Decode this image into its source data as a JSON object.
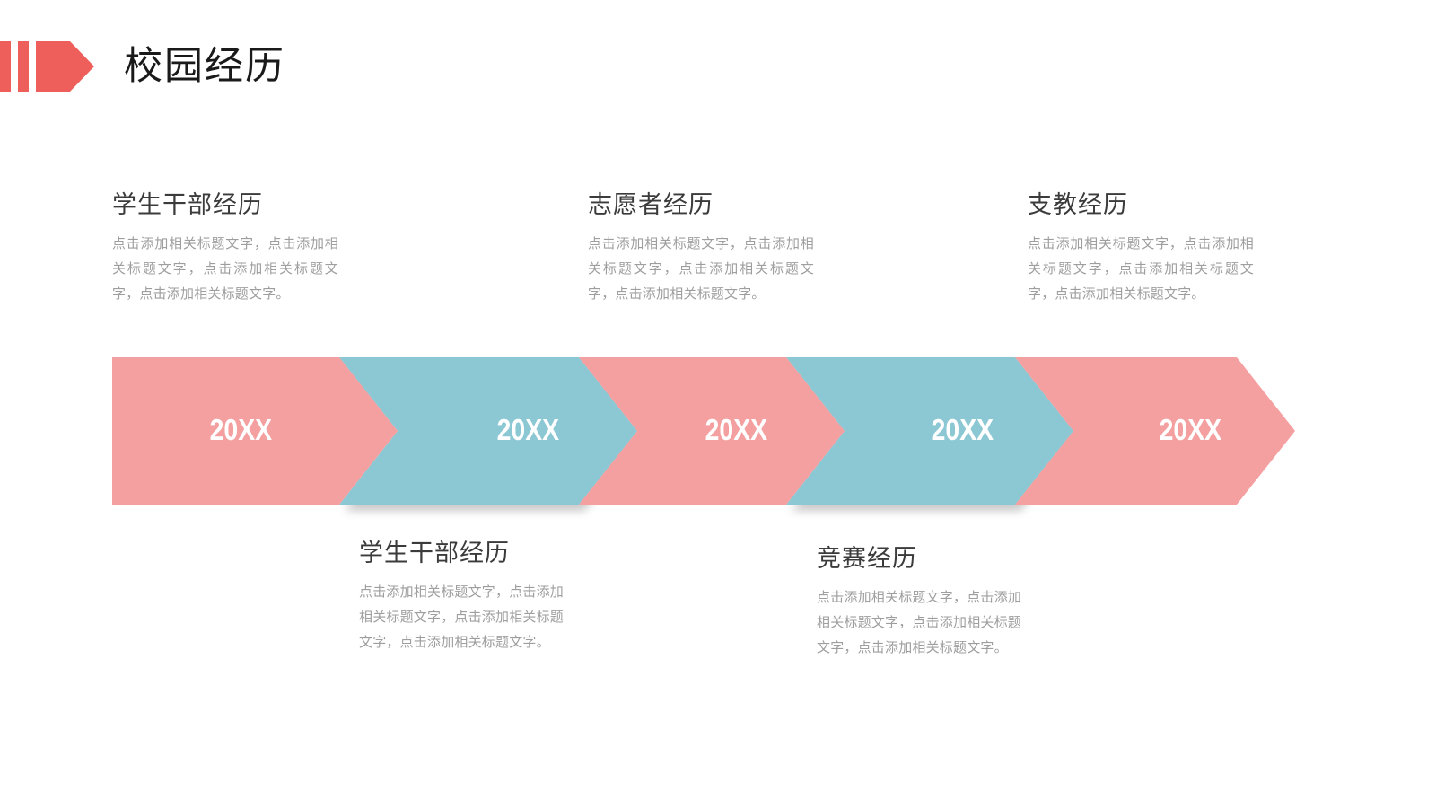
{
  "page": {
    "title": "校园经历",
    "background": "#ffffff"
  },
  "colors": {
    "accent_red": "#ee5f5b",
    "chevron_pink": "#f5a0a0",
    "chevron_blue": "#8cc8d4",
    "title_text": "#1a1a1a",
    "block_title_text": "#3b3b3b",
    "block_body_text": "#9e9e9e",
    "chevron_label_text": "#ffffff"
  },
  "decoration": {
    "icon": "arrow-right-bars-icon",
    "bars": 2,
    "color": "#ee5f5b"
  },
  "timeline": {
    "steps": [
      {
        "label": "20XX",
        "color": "#f5a0a0",
        "tone": "pink"
      },
      {
        "label": "20XX",
        "color": "#8cc8d4",
        "tone": "blue"
      },
      {
        "label": "20XX",
        "color": "#f5a0a0",
        "tone": "pink"
      },
      {
        "label": "20XX",
        "color": "#8cc8d4",
        "tone": "blue"
      },
      {
        "label": "20XX",
        "color": "#f5a0a0",
        "tone": "pink"
      }
    ]
  },
  "blocks": {
    "top": [
      {
        "title": "学生干部经历",
        "body": "点击添加相关标题文字，点击添加相关标题文字，点击添加相关标题文字，点击添加相关标题文字。"
      },
      {
        "title": "志愿者经历",
        "body": "点击添加相关标题文字，点击添加相关标题文字，点击添加相关标题文字，点击添加相关标题文字。"
      },
      {
        "title": "支教经历",
        "body": "点击添加相关标题文字，点击添加相关标题文字，点击添加相关标题文字，点击添加相关标题文字。"
      }
    ],
    "bottom": [
      {
        "title": "学生干部经历",
        "body": "点击添加相关标题文字，点击添加相关标题文字，点击添加相关标题文字，点击添加相关标题文字。"
      },
      {
        "title": "竞赛经历",
        "body": "点击添加相关标题文字，点击添加相关标题文字，点击添加相关标题文字，点击添加相关标题文字。"
      }
    ]
  }
}
